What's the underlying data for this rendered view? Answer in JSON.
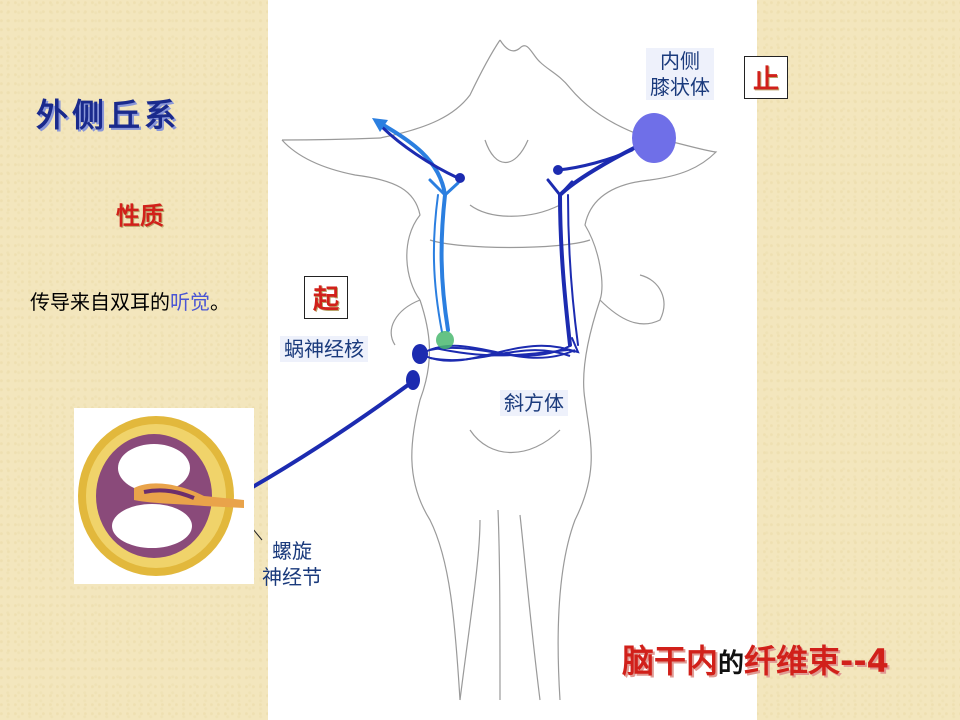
{
  "title": "外侧丘系",
  "section_label": "性质",
  "description": {
    "prefix": "传导来自双耳的",
    "highlight": "听觉",
    "suffix": "。"
  },
  "markers": {
    "origin": "起",
    "termination": "止"
  },
  "labels": {
    "medial_geniculate_line1": "内侧",
    "medial_geniculate_line2": "膝状体",
    "cochlear_nucleus": "蜗神经核",
    "trapezoid_body": "斜方体",
    "spiral_ganglion_line1": "螺旋",
    "spiral_ganglion_line2": "神经节"
  },
  "footer": {
    "part1": "脑干内",
    "part2": "的",
    "part3": "纤维束--4"
  },
  "colors": {
    "title": "#1a2a8c",
    "accent_red": "#d1201a",
    "pathway_dark": "#1c2bb0",
    "pathway_light": "#2b7fe0",
    "nucleus_fill": "#6f6fe8"
  }
}
